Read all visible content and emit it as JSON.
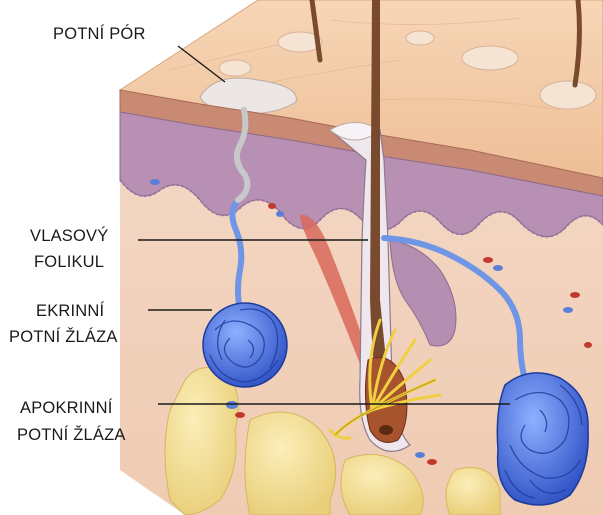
{
  "labels": {
    "sweat_pore": "POTNÍ PÓR",
    "hair_follicle_line1": "VLASOVÝ",
    "hair_follicle_line2": "FOLIKUL",
    "eccrine_line1": "EKRINNÍ",
    "eccrine_line2": "POTNÍ ŽLÁZA",
    "apocrine_line1": "APOKRINNÍ",
    "apocrine_line2": "POTNÍ ŽLÁZA"
  },
  "colors": {
    "skin_surface": "#f3c9a4",
    "epidermis": "#c98a73",
    "dermal_layer": "#b890b4",
    "dermis": "#f0d2c0",
    "fat": "#f2df96",
    "gland": "#3a63d9",
    "duct": "#6f95e6",
    "follicle": "#e8e2e8",
    "hair": "#7a4a2e",
    "nerve": "#f0d040",
    "leader_line": "#1a1a1a"
  }
}
